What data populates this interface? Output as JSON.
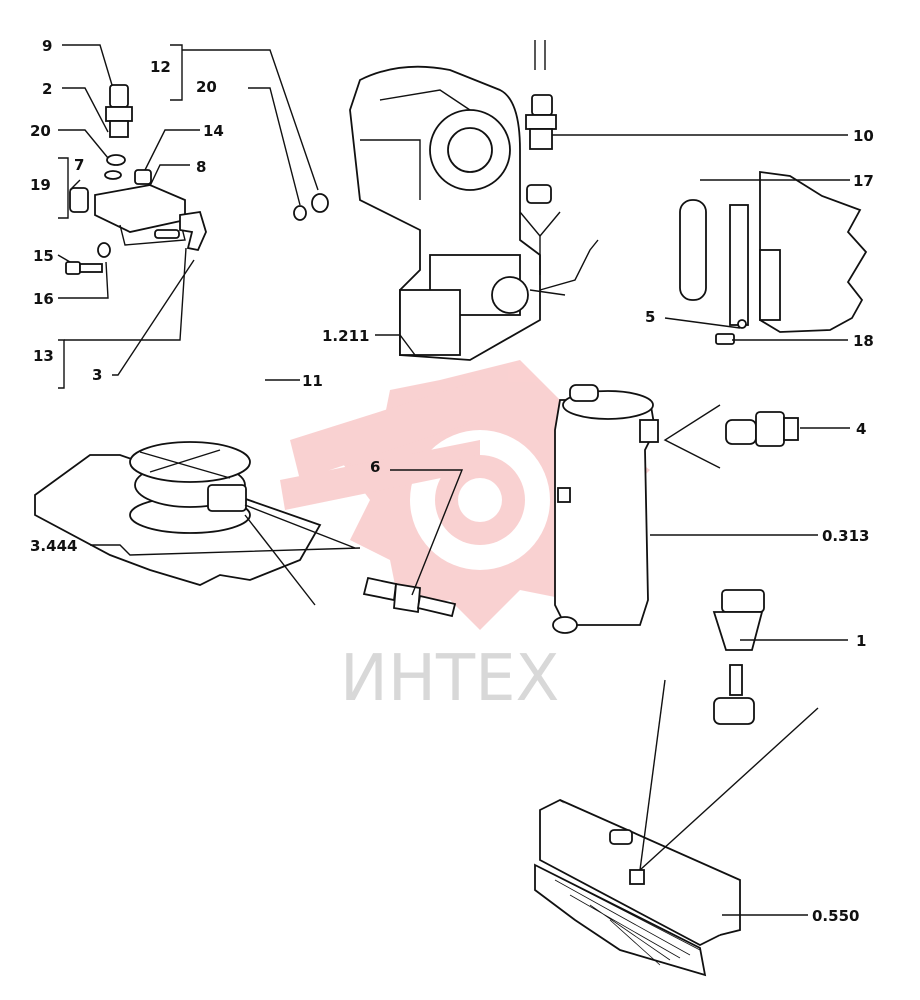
{
  "watermark": {
    "text": "ИНТЕХ",
    "color": "#f5b7b7"
  },
  "callouts": [
    "9",
    "2",
    "20",
    "14",
    "8",
    "19",
    "7",
    "15",
    "16",
    "13",
    "3",
    "12",
    "20",
    "11",
    "1.211",
    "10",
    "17",
    "5",
    "18",
    "4",
    "6",
    "3.444",
    "0.313",
    "1",
    "0.550"
  ]
}
